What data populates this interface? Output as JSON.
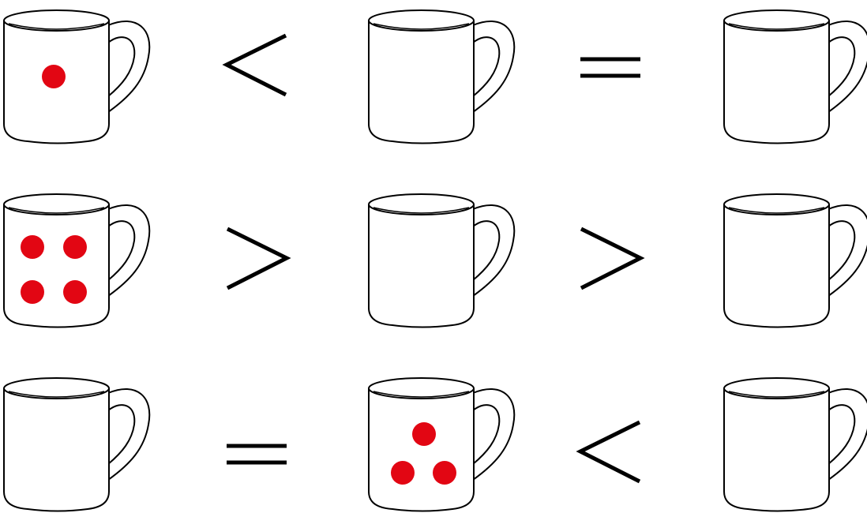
{
  "colors": {
    "dot": "#e20613",
    "stroke": "#000000",
    "background": "#ffffff"
  },
  "rows": [
    {
      "cells": [
        {
          "type": "mug",
          "dots": 1
        },
        {
          "type": "symbol",
          "symbol": "less-than"
        },
        {
          "type": "mug",
          "dots": 0
        },
        {
          "type": "symbol",
          "symbol": "equals"
        },
        {
          "type": "mug",
          "dots": 0
        }
      ]
    },
    {
      "cells": [
        {
          "type": "mug",
          "dots": 4
        },
        {
          "type": "symbol",
          "symbol": "greater-than"
        },
        {
          "type": "mug",
          "dots": 0
        },
        {
          "type": "symbol",
          "symbol": "greater-than"
        },
        {
          "type": "mug",
          "dots": 0
        }
      ]
    },
    {
      "cells": [
        {
          "type": "mug",
          "dots": 0
        },
        {
          "type": "symbol",
          "symbol": "equals"
        },
        {
          "type": "mug",
          "dots": 3
        },
        {
          "type": "symbol",
          "symbol": "less-than"
        },
        {
          "type": "mug",
          "dots": 0
        }
      ]
    }
  ]
}
